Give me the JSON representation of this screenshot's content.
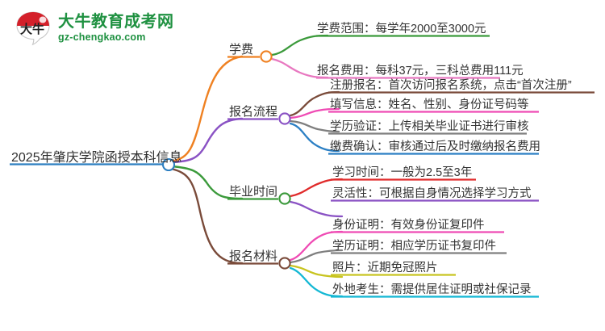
{
  "logo": {
    "mark_name": "daniu-speech-bubble-logo",
    "title": "大牛教育成考网",
    "subtitle": "gz-chengkao.com",
    "brand_green": "#1f9141",
    "brand_red": "#d4202a"
  },
  "mindmap": {
    "root": {
      "label": "2025年肇庆学院函授本科信息",
      "color": "#2d7fc1"
    },
    "branches": [
      {
        "label": "学费",
        "color": "#ef8122",
        "children": [
          {
            "label": "学费范围：每学年2000至3000元",
            "color": "#3b9a3b"
          },
          {
            "label": "报名费用：每科37元，三科总费用111元",
            "color": "#e878c0"
          }
        ]
      },
      {
        "label": "报名流程",
        "color": "#8a52c4",
        "children": [
          {
            "label": "注册报名：首次访问报名系统，点击“首次注册”",
            "color": "#7a4b3a"
          },
          {
            "label": "填写信息：姓名、性别、身份证号码等",
            "color": "#ef4bb4"
          },
          {
            "label": "学历验证：上传相关毕业证书进行审核",
            "color": "#7f7f7f"
          },
          {
            "label": "缴费确认：审核通过后及时缴纳报名费用",
            "color": "#2b7fc4"
          }
        ]
      },
      {
        "label": "毕业时间",
        "color": "#3b9a3b",
        "children": [
          {
            "label": "学习时间：一般为2.5至3年",
            "color": "#e02b2b"
          },
          {
            "label": "灵活性：可根据自身情况选择学习方式",
            "color": "#8a52c4"
          }
        ]
      },
      {
        "label": "报名材料",
        "color": "#7a4b3a",
        "children": [
          {
            "label": "身份证明：有效身份证复印件",
            "color": "#ef4bb4"
          },
          {
            "label": "学历证明：相应学历证书复印件",
            "color": "#7f7f7f"
          },
          {
            "label": "照片：近期免冠照片",
            "color": "#c8c420"
          },
          {
            "label": "外地考生：需提供居住证明或社保记录",
            "color": "#14b8d4"
          }
        ]
      }
    ]
  }
}
